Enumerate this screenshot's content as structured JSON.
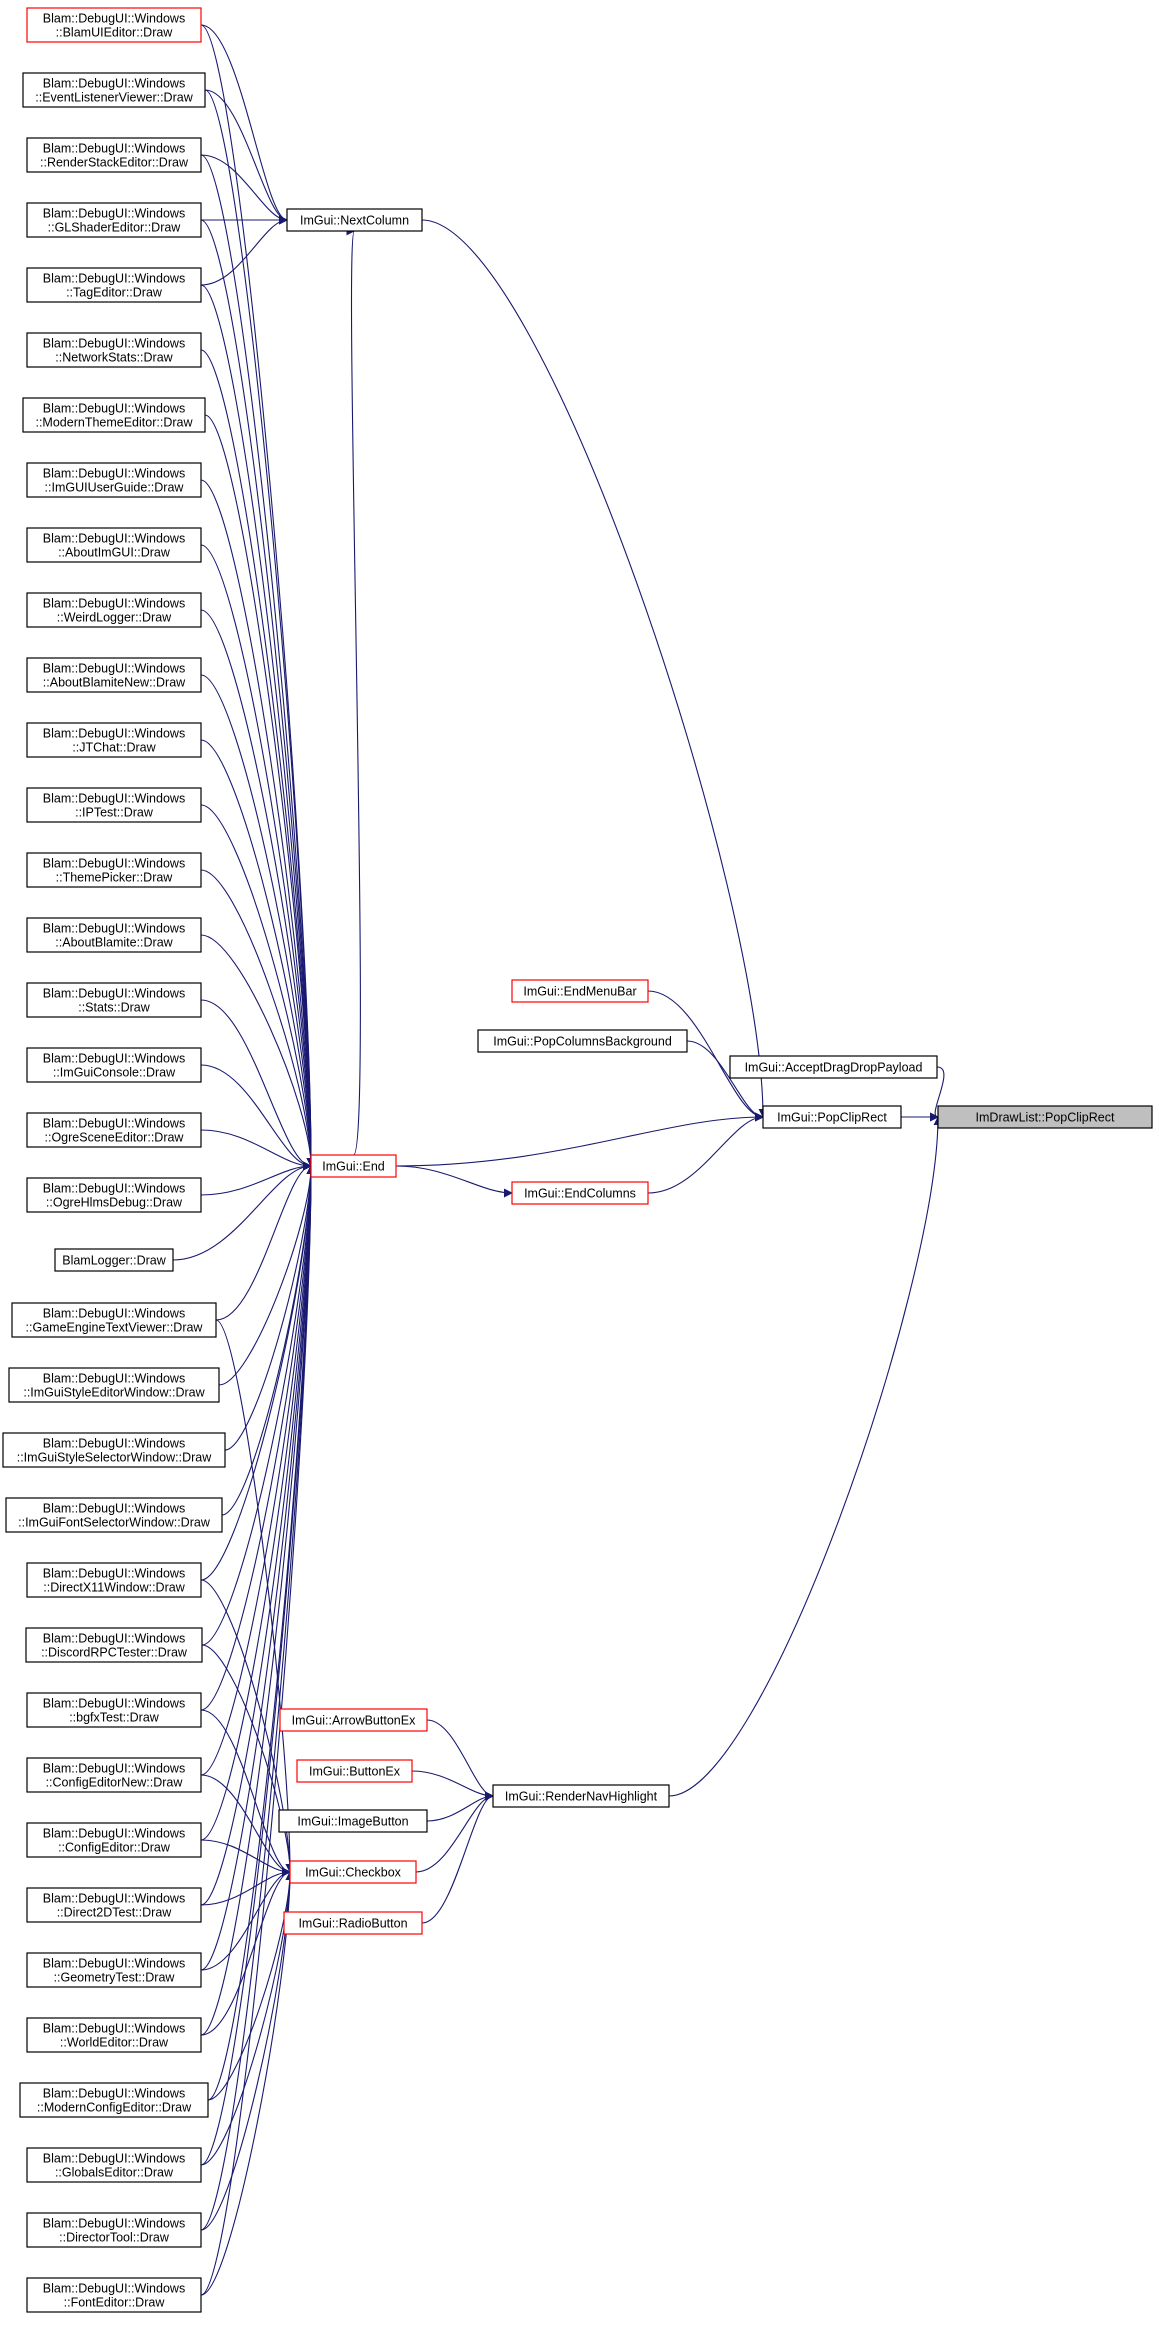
{
  "colors": {
    "edge": "#191970",
    "normal_border": "#000000",
    "truncated_border": "#ff0000",
    "node_fill": "#ffffff",
    "focus_fill": "#bfbfbf"
  },
  "nodes": [
    {
      "id": "blamuieditor",
      "lines": [
        "Blam::DebugUI::Windows",
        "::BlamUIEditor::Draw"
      ],
      "style": "red"
    },
    {
      "id": "eventlistenerviewer",
      "lines": [
        "Blam::DebugUI::Windows",
        "::EventListenerViewer::Draw"
      ],
      "style": "black"
    },
    {
      "id": "renderstackeditor",
      "lines": [
        "Blam::DebugUI::Windows",
        "::RenderStackEditor::Draw"
      ],
      "style": "black"
    },
    {
      "id": "glshadereditor",
      "lines": [
        "Blam::DebugUI::Windows",
        "::GLShaderEditor::Draw"
      ],
      "style": "black"
    },
    {
      "id": "tageditor",
      "lines": [
        "Blam::DebugUI::Windows",
        "::TagEditor::Draw"
      ],
      "style": "black"
    },
    {
      "id": "networkstats",
      "lines": [
        "Blam::DebugUI::Windows",
        "::NetworkStats::Draw"
      ],
      "style": "black"
    },
    {
      "id": "modernthemeeditor",
      "lines": [
        "Blam::DebugUI::Windows",
        "::ModernThemeEditor::Draw"
      ],
      "style": "black"
    },
    {
      "id": "imguiuserguide",
      "lines": [
        "Blam::DebugUI::Windows",
        "::ImGUIUserGuide::Draw"
      ],
      "style": "black"
    },
    {
      "id": "aboutimgui",
      "lines": [
        "Blam::DebugUI::Windows",
        "::AboutImGUI::Draw"
      ],
      "style": "black"
    },
    {
      "id": "weirdlogger",
      "lines": [
        "Blam::DebugUI::Windows",
        "::WeirdLogger::Draw"
      ],
      "style": "black"
    },
    {
      "id": "aboutblamitenew",
      "lines": [
        "Blam::DebugUI::Windows",
        "::AboutBlamiteNew::Draw"
      ],
      "style": "black"
    },
    {
      "id": "jtchat",
      "lines": [
        "Blam::DebugUI::Windows",
        "::JTChat::Draw"
      ],
      "style": "black"
    },
    {
      "id": "iptest",
      "lines": [
        "Blam::DebugUI::Windows",
        "::IPTest::Draw"
      ],
      "style": "black"
    },
    {
      "id": "themepicker",
      "lines": [
        "Blam::DebugUI::Windows",
        "::ThemePicker::Draw"
      ],
      "style": "black"
    },
    {
      "id": "aboutblamite",
      "lines": [
        "Blam::DebugUI::Windows",
        "::AboutBlamite::Draw"
      ],
      "style": "black"
    },
    {
      "id": "stats",
      "lines": [
        "Blam::DebugUI::Windows",
        "::Stats::Draw"
      ],
      "style": "black"
    },
    {
      "id": "imguiconsole",
      "lines": [
        "Blam::DebugUI::Windows",
        "::ImGuiConsole::Draw"
      ],
      "style": "black"
    },
    {
      "id": "ogresceneeditor",
      "lines": [
        "Blam::DebugUI::Windows",
        "::OgreSceneEditor::Draw"
      ],
      "style": "black"
    },
    {
      "id": "ogrehlmsdebug",
      "lines": [
        "Blam::DebugUI::Windows",
        "::OgreHlmsDebug::Draw"
      ],
      "style": "black"
    },
    {
      "id": "blamlogger",
      "lines": [
        "BlamLogger::Draw"
      ],
      "style": "black"
    },
    {
      "id": "gameenginetextviewer",
      "lines": [
        "Blam::DebugUI::Windows",
        "::GameEngineTextViewer::Draw"
      ],
      "style": "black"
    },
    {
      "id": "imguistyleeditorwindow",
      "lines": [
        "Blam::DebugUI::Windows",
        "::ImGuiStyleEditorWindow::Draw"
      ],
      "style": "black"
    },
    {
      "id": "imguistyleselectorwindow",
      "lines": [
        "Blam::DebugUI::Windows",
        "::ImGuiStyleSelectorWindow::Draw"
      ],
      "style": "black"
    },
    {
      "id": "imguifontselectorwindow",
      "lines": [
        "Blam::DebugUI::Windows",
        "::ImGuiFontSelectorWindow::Draw"
      ],
      "style": "black"
    },
    {
      "id": "directx11window",
      "lines": [
        "Blam::DebugUI::Windows",
        "::DirectX11Window::Draw"
      ],
      "style": "black"
    },
    {
      "id": "discordrpctester",
      "lines": [
        "Blam::DebugUI::Windows",
        "::DiscordRPCTester::Draw"
      ],
      "style": "black"
    },
    {
      "id": "bgfxtest",
      "lines": [
        "Blam::DebugUI::Windows",
        "::bgfxTest::Draw"
      ],
      "style": "black"
    },
    {
      "id": "configeditornew",
      "lines": [
        "Blam::DebugUI::Windows",
        "::ConfigEditorNew::Draw"
      ],
      "style": "black"
    },
    {
      "id": "configeditor",
      "lines": [
        "Blam::DebugUI::Windows",
        "::ConfigEditor::Draw"
      ],
      "style": "black"
    },
    {
      "id": "direct2dtest",
      "lines": [
        "Blam::DebugUI::Windows",
        "::Direct2DTest::Draw"
      ],
      "style": "black"
    },
    {
      "id": "geometrytest",
      "lines": [
        "Blam::DebugUI::Windows",
        "::GeometryTest::Draw"
      ],
      "style": "black"
    },
    {
      "id": "worldeditor",
      "lines": [
        "Blam::DebugUI::Windows",
        "::WorldEditor::Draw"
      ],
      "style": "black"
    },
    {
      "id": "modernconfigeditor",
      "lines": [
        "Blam::DebugUI::Windows",
        "::ModernConfigEditor::Draw"
      ],
      "style": "black"
    },
    {
      "id": "globalseditor",
      "lines": [
        "Blam::DebugUI::Windows",
        "::GlobalsEditor::Draw"
      ],
      "style": "black"
    },
    {
      "id": "directortool",
      "lines": [
        "Blam::DebugUI::Windows",
        "::DirectorTool::Draw"
      ],
      "style": "black"
    },
    {
      "id": "fonteditor",
      "lines": [
        "Blam::DebugUI::Windows",
        "::FontEditor::Draw"
      ],
      "style": "black"
    },
    {
      "id": "nextcolumn",
      "lines": [
        "ImGui::NextColumn"
      ],
      "style": "black"
    },
    {
      "id": "end",
      "lines": [
        "ImGui::End"
      ],
      "style": "red"
    },
    {
      "id": "endmenubar",
      "lines": [
        "ImGui::EndMenuBar"
      ],
      "style": "red"
    },
    {
      "id": "popcolumnsbackground",
      "lines": [
        "ImGui::PopColumnsBackground"
      ],
      "style": "black"
    },
    {
      "id": "endcolumns",
      "lines": [
        "ImGui::EndColumns"
      ],
      "style": "red"
    },
    {
      "id": "popcliprect",
      "lines": [
        "ImGui::PopClipRect"
      ],
      "style": "black"
    },
    {
      "id": "acceptdragdroppayload",
      "lines": [
        "ImGui::AcceptDragDropPayload"
      ],
      "style": "black"
    },
    {
      "id": "drawlist_popcliprect",
      "lines": [
        "ImDrawList::PopClipRect"
      ],
      "style": "focus"
    },
    {
      "id": "arrowbuttonex",
      "lines": [
        "ImGui::ArrowButtonEx"
      ],
      "style": "red"
    },
    {
      "id": "buttonex",
      "lines": [
        "ImGui::ButtonEx"
      ],
      "style": "red"
    },
    {
      "id": "imagebutton",
      "lines": [
        "ImGui::ImageButton"
      ],
      "style": "black"
    },
    {
      "id": "checkbox",
      "lines": [
        "ImGui::Checkbox"
      ],
      "style": "red"
    },
    {
      "id": "radiobutton",
      "lines": [
        "ImGui::RadioButton"
      ],
      "style": "red"
    },
    {
      "id": "rendernavhighlight",
      "lines": [
        "ImGui::RenderNavHighlight"
      ],
      "style": "black"
    }
  ],
  "edges": [
    [
      "blamuieditor",
      "nextcolumn"
    ],
    [
      "eventlistenerviewer",
      "nextcolumn"
    ],
    [
      "renderstackeditor",
      "nextcolumn"
    ],
    [
      "glshadereditor",
      "nextcolumn"
    ],
    [
      "tageditor",
      "nextcolumn"
    ],
    [
      "blamuieditor",
      "end"
    ],
    [
      "eventlistenerviewer",
      "end"
    ],
    [
      "renderstackeditor",
      "end"
    ],
    [
      "glshadereditor",
      "end"
    ],
    [
      "tageditor",
      "end"
    ],
    [
      "networkstats",
      "end"
    ],
    [
      "modernthemeeditor",
      "end"
    ],
    [
      "imguiuserguide",
      "end"
    ],
    [
      "aboutimgui",
      "end"
    ],
    [
      "weirdlogger",
      "end"
    ],
    [
      "aboutblamitenew",
      "end"
    ],
    [
      "jtchat",
      "end"
    ],
    [
      "iptest",
      "end"
    ],
    [
      "themepicker",
      "end"
    ],
    [
      "aboutblamite",
      "end"
    ],
    [
      "stats",
      "end"
    ],
    [
      "imguiconsole",
      "end"
    ],
    [
      "ogresceneeditor",
      "end"
    ],
    [
      "ogrehlmsdebug",
      "end"
    ],
    [
      "blamlogger",
      "end"
    ],
    [
      "gameenginetextviewer",
      "end"
    ],
    [
      "imguistyleeditorwindow",
      "end"
    ],
    [
      "imguistyleselectorwindow",
      "end"
    ],
    [
      "imguifontselectorwindow",
      "end"
    ],
    [
      "directx11window",
      "end"
    ],
    [
      "discordrpctester",
      "end"
    ],
    [
      "bgfxtest",
      "end"
    ],
    [
      "configeditornew",
      "end"
    ],
    [
      "configeditor",
      "end"
    ],
    [
      "direct2dtest",
      "end"
    ],
    [
      "geometrytest",
      "end"
    ],
    [
      "worldeditor",
      "end"
    ],
    [
      "modernconfigeditor",
      "end"
    ],
    [
      "globalseditor",
      "end"
    ],
    [
      "directortool",
      "end"
    ],
    [
      "fonteditor",
      "end"
    ],
    [
      "gameenginetextviewer",
      "checkbox"
    ],
    [
      "directx11window",
      "checkbox"
    ],
    [
      "discordrpctester",
      "checkbox"
    ],
    [
      "bgfxtest",
      "checkbox"
    ],
    [
      "configeditornew",
      "checkbox"
    ],
    [
      "configeditor",
      "checkbox"
    ],
    [
      "direct2dtest",
      "checkbox"
    ],
    [
      "geometrytest",
      "checkbox"
    ],
    [
      "worldeditor",
      "checkbox"
    ],
    [
      "modernconfigeditor",
      "checkbox"
    ],
    [
      "globalseditor",
      "checkbox"
    ],
    [
      "directortool",
      "checkbox"
    ],
    [
      "fonteditor",
      "checkbox"
    ],
    [
      "end",
      "nextcolumn"
    ],
    [
      "end",
      "popcliprect"
    ],
    [
      "end",
      "endcolumns"
    ],
    [
      "nextcolumn",
      "popcliprect"
    ],
    [
      "endmenubar",
      "popcliprect"
    ],
    [
      "popcolumnsbackground",
      "popcliprect"
    ],
    [
      "endcolumns",
      "popcliprect"
    ],
    [
      "popcliprect",
      "drawlist_popcliprect"
    ],
    [
      "acceptdragdroppayload",
      "drawlist_popcliprect"
    ],
    [
      "rendernavhighlight",
      "drawlist_popcliprect"
    ],
    [
      "arrowbuttonex",
      "rendernavhighlight"
    ],
    [
      "buttonex",
      "rendernavhighlight"
    ],
    [
      "imagebutton",
      "rendernavhighlight"
    ],
    [
      "checkbox",
      "rendernavhighlight"
    ],
    [
      "radiobutton",
      "rendernavhighlight"
    ]
  ]
}
